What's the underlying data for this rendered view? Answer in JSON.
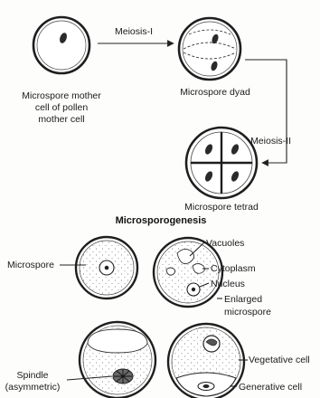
{
  "figure": {
    "title": "Microsporogenesis",
    "labels": {
      "mother_cell_line1": "Microspore mother",
      "mother_cell_line2": "cell of pollen",
      "mother_cell_line3": "mother cell",
      "meiosis_1": "Meiosis-I",
      "dyad": "Microspore dyad",
      "meiosis_2": "Meiosis-II",
      "tetrad": "Microspore tetrad",
      "microspore": "Microspore",
      "vacuoles": "Vacuoles",
      "cytoplasm": "Cytoplasm",
      "nucleus": "Nucleus",
      "enlarged_line1": "Enlarged",
      "enlarged_line2": "microspore",
      "spindle_line1": "Spindle",
      "spindle_line2": "(asymmetric)",
      "vegetative": "Vegetative cell",
      "generative": "Generative cell"
    }
  }
}
